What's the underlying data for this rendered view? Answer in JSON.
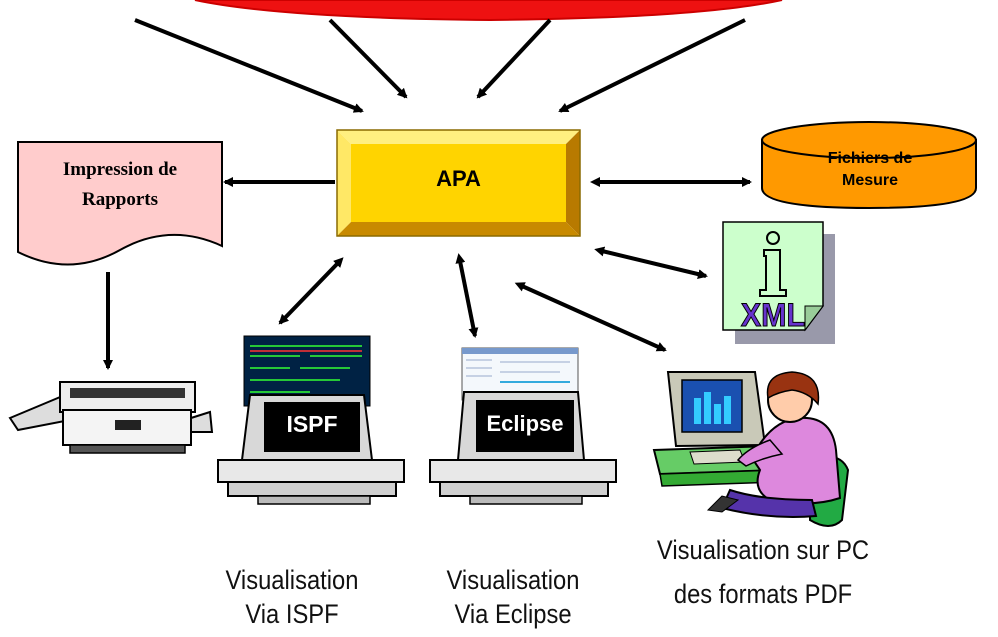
{
  "apa": {
    "label": "APA"
  },
  "report": {
    "line1": "Impression de",
    "line2": "Rapports"
  },
  "measure_files": {
    "line1": "Fichiers de",
    "line2": "Mesure"
  },
  "xml_icon": {
    "label": "XML"
  },
  "ispf_terminal": {
    "label": "ISPF"
  },
  "eclipse_terminal": {
    "label": "Eclipse"
  },
  "captions": {
    "ispf": {
      "line1": "Visualisation",
      "line2": "Via ISPF"
    },
    "eclipse": {
      "line1": "Visualisation",
      "line2": "Via Eclipse"
    },
    "pc": {
      "line1": "Visualisation sur PC",
      "line2": "des formats PDF"
    }
  },
  "colors": {
    "apa_fill": "#ffd400",
    "report_fill": "#ffcccc",
    "cylinder_fill": "#ff9900",
    "xml_note_fill": "#ccffcc",
    "xml_text": "#6633cc",
    "banner_red": "#ee1111"
  }
}
